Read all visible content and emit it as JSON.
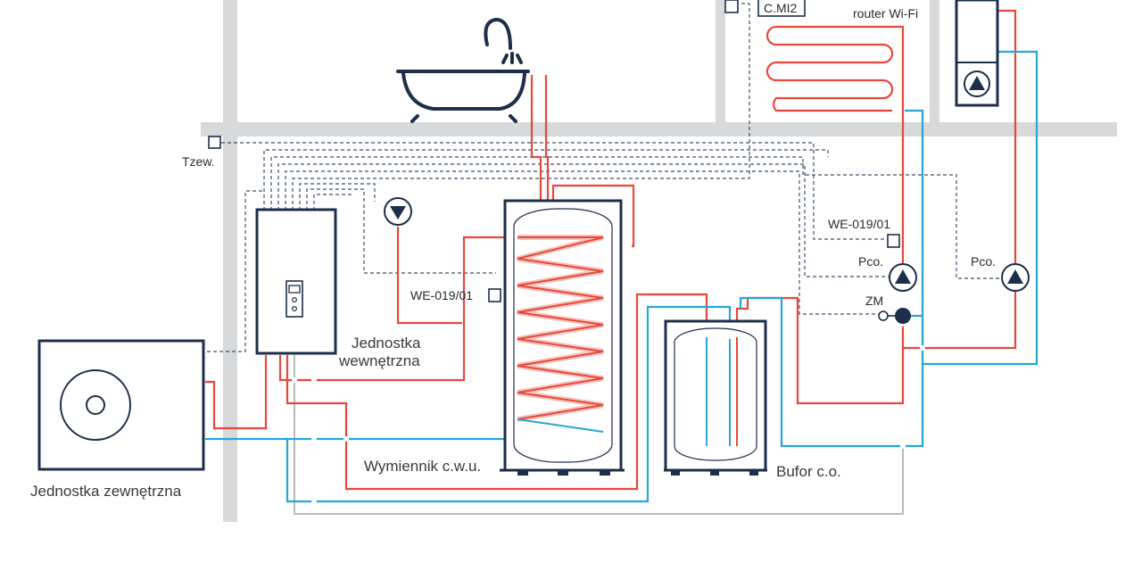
{
  "labels": {
    "tzew": "Tzew.",
    "cmi2": "C.MI2",
    "router": "router Wi-Fi",
    "we_019_top": "WE-019/01",
    "we_019_tank": "WE-019/01",
    "pco_left": "Pco.",
    "pco_right": "Pco.",
    "zm": "ZM",
    "indoor_unit_line1": "Jednostka",
    "indoor_unit_line2": "wewnętrzna",
    "outdoor_unit": "Jednostka zewnętrzna",
    "dhw_exchanger": "Wymiennik c.w.u.",
    "buffer": "Bufor c.o."
  },
  "colors": {
    "wall": "#d7d9da",
    "navy": "#1d2e4b",
    "hot": "#e8473c",
    "cold": "#27a6d6",
    "return_grey": "#b9b9b9",
    "signal": "#3f4f6a",
    "coil_glow": "#f4c3bb"
  }
}
